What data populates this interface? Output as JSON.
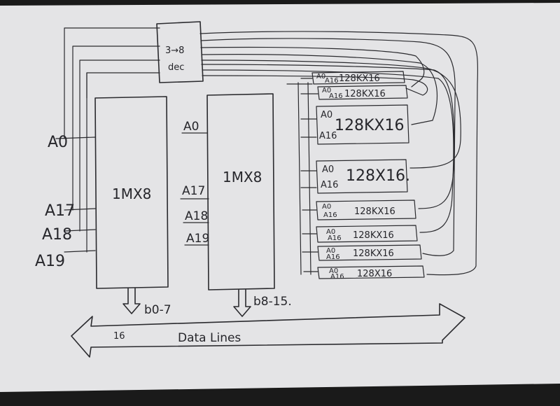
{
  "decoder": {
    "label_line1": "3→8",
    "label_line2": "dec"
  },
  "memory_chips": [
    {
      "label": "1MX8",
      "output_bus": "b0-7"
    },
    {
      "label": "1MX8",
      "output_bus": "b8-15."
    }
  ],
  "address_inputs_left": [
    "A0",
    "A17",
    "A18",
    "A19"
  ],
  "chip2_pins": [
    "A0",
    "A17",
    "A18",
    "A19"
  ],
  "small_chips": [
    {
      "pin_top": "A0",
      "pin_bottom": "A16",
      "label": "128KX16"
    },
    {
      "pin_top": "A0",
      "pin_bottom": "A16",
      "label": "128KX16"
    },
    {
      "pin_top": "A0",
      "pin_bottom": "A16",
      "label": "128KX16"
    },
    {
      "pin_top": "A0",
      "pin_bottom": "A16",
      "label": "128X16."
    },
    {
      "pin_top": "A0",
      "pin_bottom": "A16",
      "label": "128KX16"
    },
    {
      "pin_top": "A0",
      "pin_bottom": "A16",
      "label": "128KX16"
    },
    {
      "pin_top": "A0",
      "pin_bottom": "A16",
      "label": "128KX16"
    },
    {
      "pin_top": "A0",
      "pin_bottom": "A16",
      "label": "128X16"
    }
  ],
  "data_bus": {
    "label": "Data Lines",
    "tag": "16"
  }
}
